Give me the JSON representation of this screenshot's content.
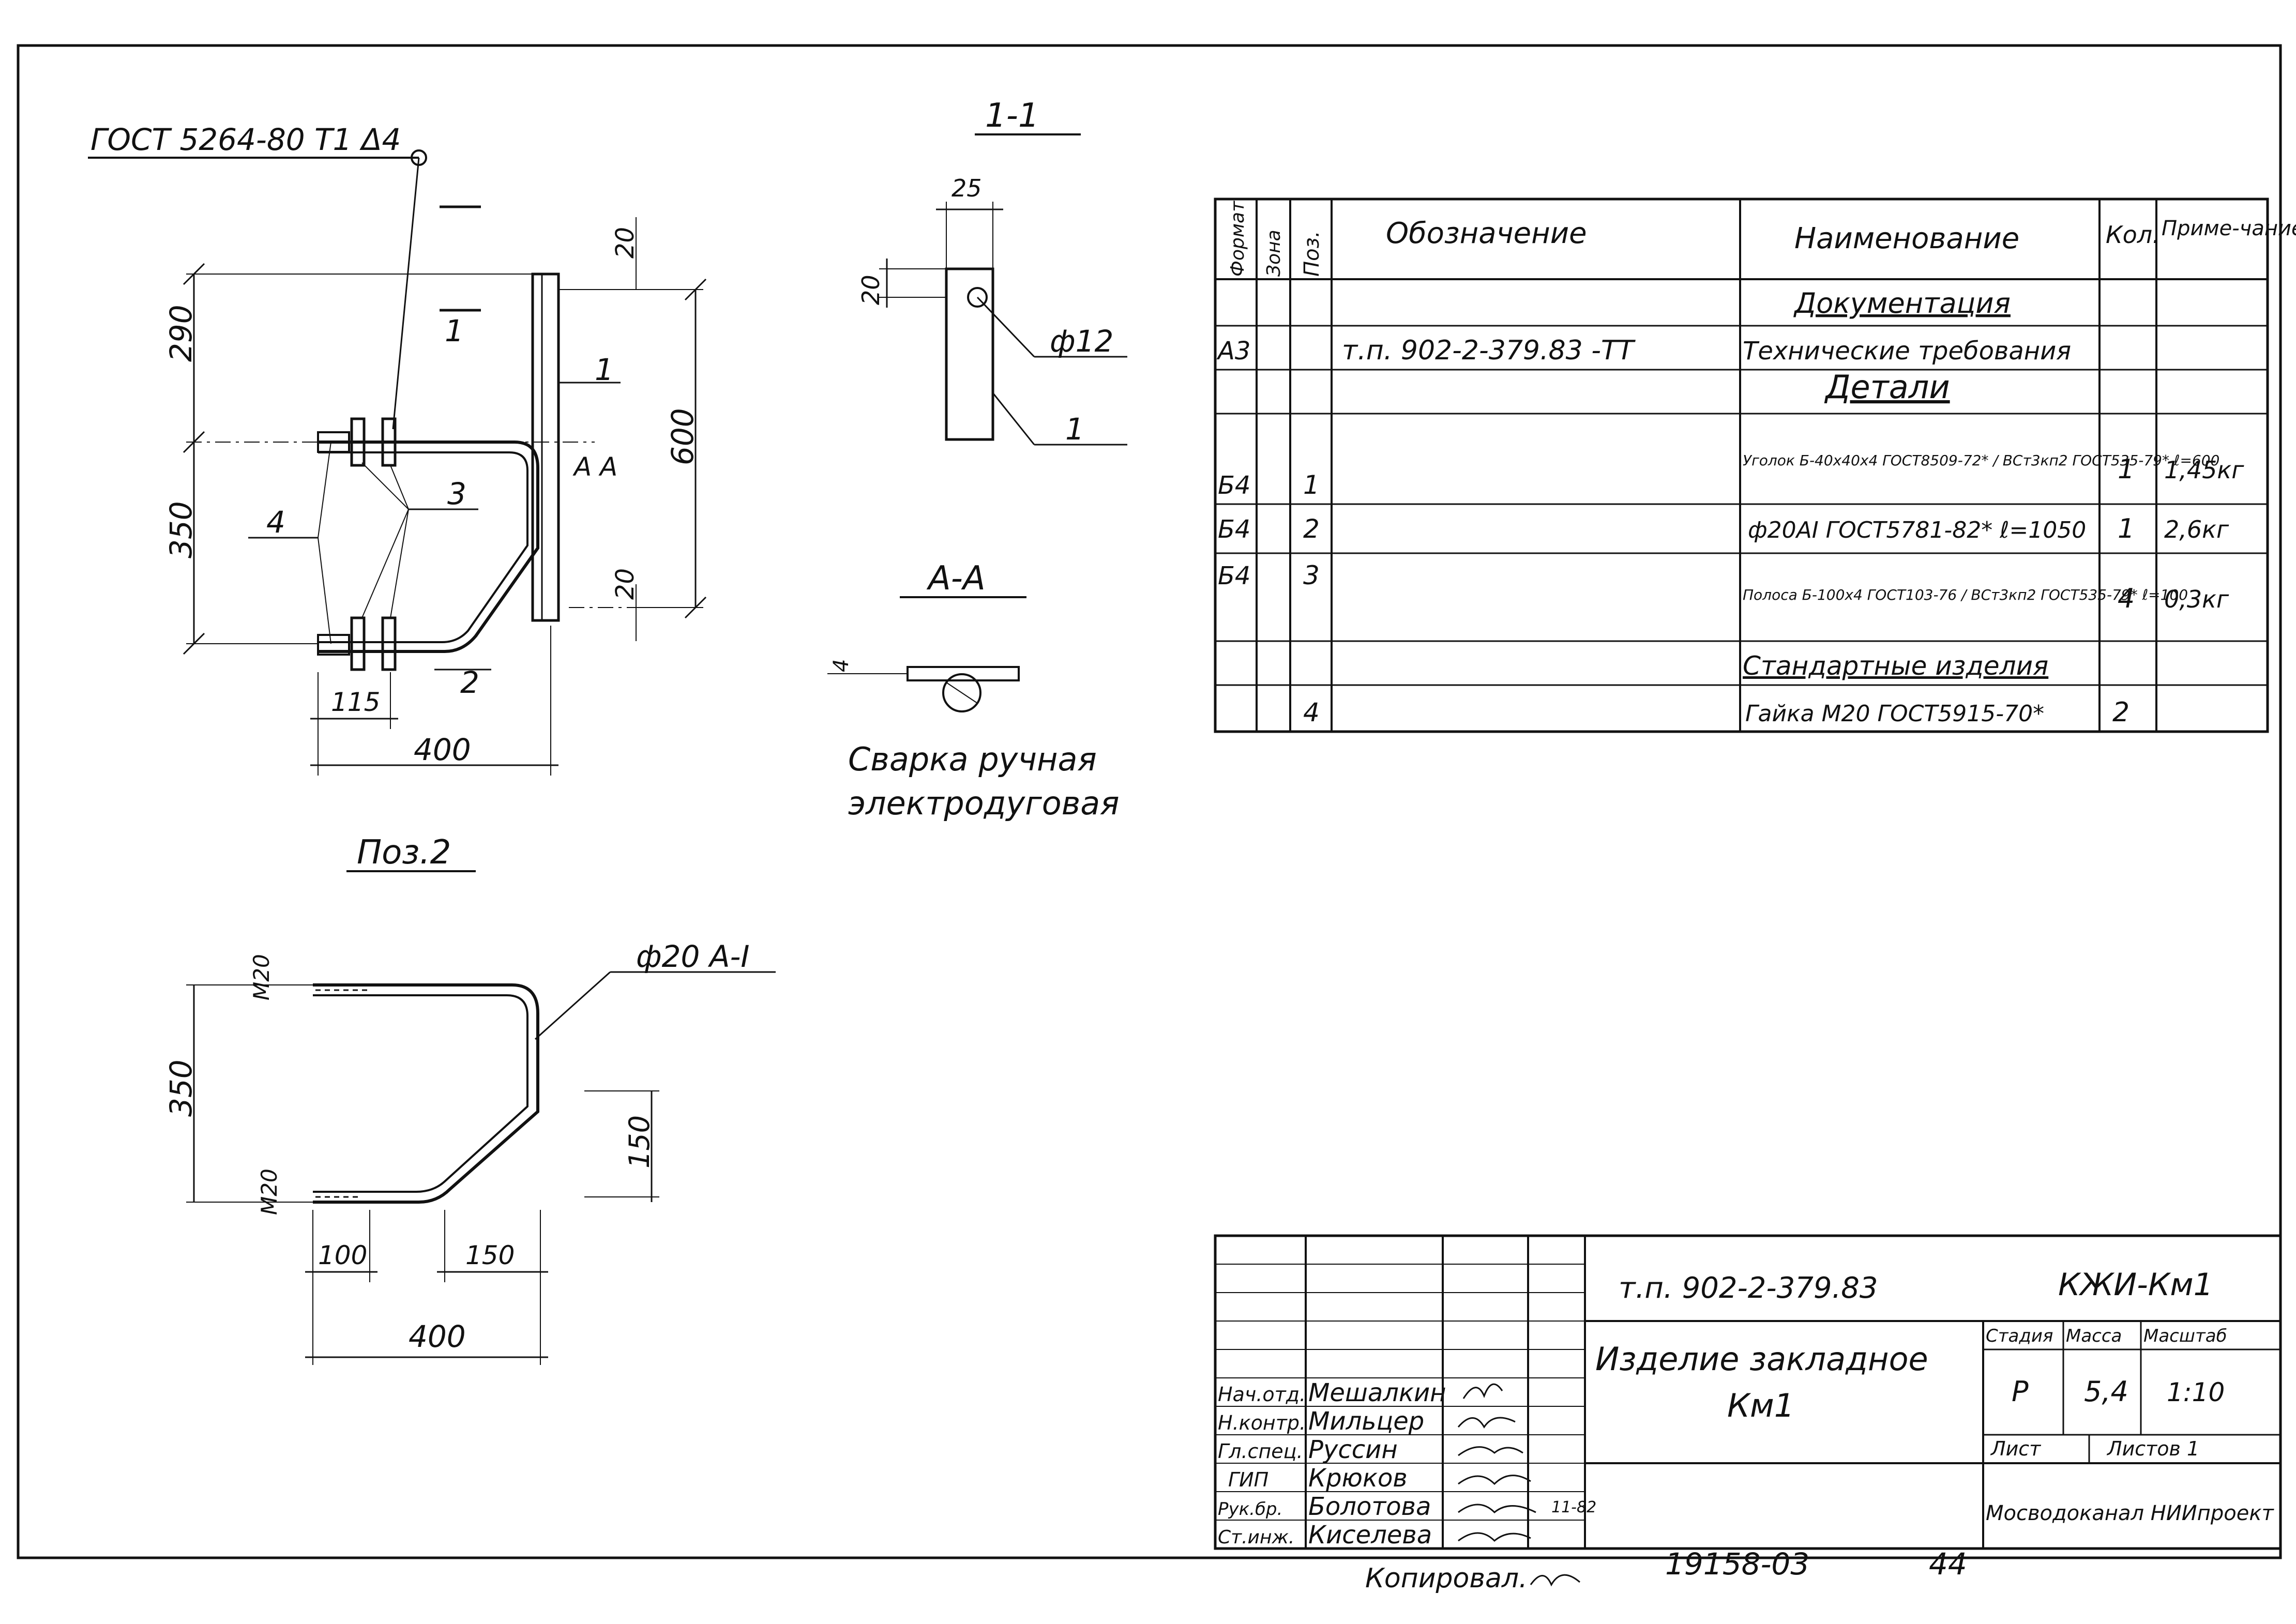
{
  "drawing": {
    "weld_symbol": "ГОСТ 5264-80 Т1 Δ4",
    "main_view": {
      "dims": [
        "290",
        "350",
        "600",
        "20",
        "20",
        "115",
        "400"
      ],
      "pos_labels": [
        "1",
        "2",
        "3",
        "4"
      ],
      "section_mark": "1",
      "section_a": "A"
    },
    "section_1_1": {
      "title": "1-1",
      "dims": [
        "25",
        "20"
      ],
      "hole": "ф12",
      "pos": "1"
    },
    "section_a_a": {
      "title": "А-А",
      "dim": "4",
      "note_line1": "Сварка ручная",
      "note_line2": "электродуговая"
    },
    "poz2": {
      "title": "Поз.2",
      "rod_label": "ф20 А-I",
      "thread_top": "М20",
      "thread_bottom": "М20",
      "dims": {
        "height": "350",
        "bend": "150",
        "end": "100",
        "mid": "150",
        "width": "400"
      }
    }
  },
  "spec_table": {
    "headers": [
      "Формат",
      "Зона",
      "Поз.",
      "Обозначение",
      "Наименование",
      "Кол.",
      "Приме-чание"
    ],
    "rows": [
      {
        "format": "",
        "zone": "",
        "pos": "",
        "designation": "",
        "name": "Документация",
        "qty": "",
        "note": ""
      },
      {
        "format": "А3",
        "zone": "",
        "pos": "",
        "designation": "т.п. 902-2-379.83        -ТТ",
        "name": "Технические требования",
        "qty": "",
        "note": ""
      },
      {
        "format": "",
        "zone": "",
        "pos": "",
        "designation": "",
        "name": "Детали",
        "qty": "",
        "note": ""
      },
      {
        "format": "Б4",
        "zone": "",
        "pos": "1",
        "designation": "",
        "name": "Уголок Б-40х40х4 ГОСТ8509-72* / ВСт3кп2 ГОСТ535-79* ℓ=600",
        "qty": "1",
        "note": "1,45кг"
      },
      {
        "format": "Б4",
        "zone": "",
        "pos": "2",
        "designation": "",
        "name": "ф20АI ГОСТ5781-82* ℓ=1050",
        "qty": "1",
        "note": "2,6кг"
      },
      {
        "format": "Б4",
        "zone": "",
        "pos": "3",
        "designation": "",
        "name": "Полоса Б-100х4 ГОСТ103-76 / ВСт3кп2 ГОСТ535-79* ℓ=100",
        "qty": "4",
        "note": "0,3кг"
      },
      {
        "format": "",
        "zone": "",
        "pos": "",
        "designation": "",
        "name": "Стандартные изделия",
        "qty": "",
        "note": ""
      },
      {
        "format": "",
        "zone": "",
        "pos": "4",
        "designation": "",
        "name": "Гайка М20 ГОСТ5915-70*",
        "qty": "2",
        "note": ""
      }
    ]
  },
  "title_block": {
    "doc_code": "т.п. 902-2-379.83",
    "sheet_code": "КЖИ-Км1",
    "item_name_line1": "Изделие закладное",
    "item_name_line2": "Км1",
    "stage_label": "Стадия",
    "mass_label": "Масса",
    "scale_label": "Масштаб",
    "stage": "Р",
    "mass": "5,4",
    "scale": "1:10",
    "sheet_label": "Лист",
    "sheets_label": "Листов 1",
    "organization": "Мосводоканал НИИпроект",
    "signatures": [
      {
        "role": "Нач.отд.",
        "name": "Мешалкин"
      },
      {
        "role": "Н.контр.",
        "name": "Мильцер"
      },
      {
        "role": "Гл.спец.",
        "name": "Руссин"
      },
      {
        "role": "ГИП",
        "name": "Крюков"
      },
      {
        "role": "Рук.бр.",
        "name": "Болотова"
      },
      {
        "role": "Ст.инж.",
        "name": "Киселева"
      }
    ],
    "sign_date": "11-82"
  },
  "footer": {
    "copied": "Копировал.",
    "archive_no": "19158-03",
    "page_no": "44"
  }
}
